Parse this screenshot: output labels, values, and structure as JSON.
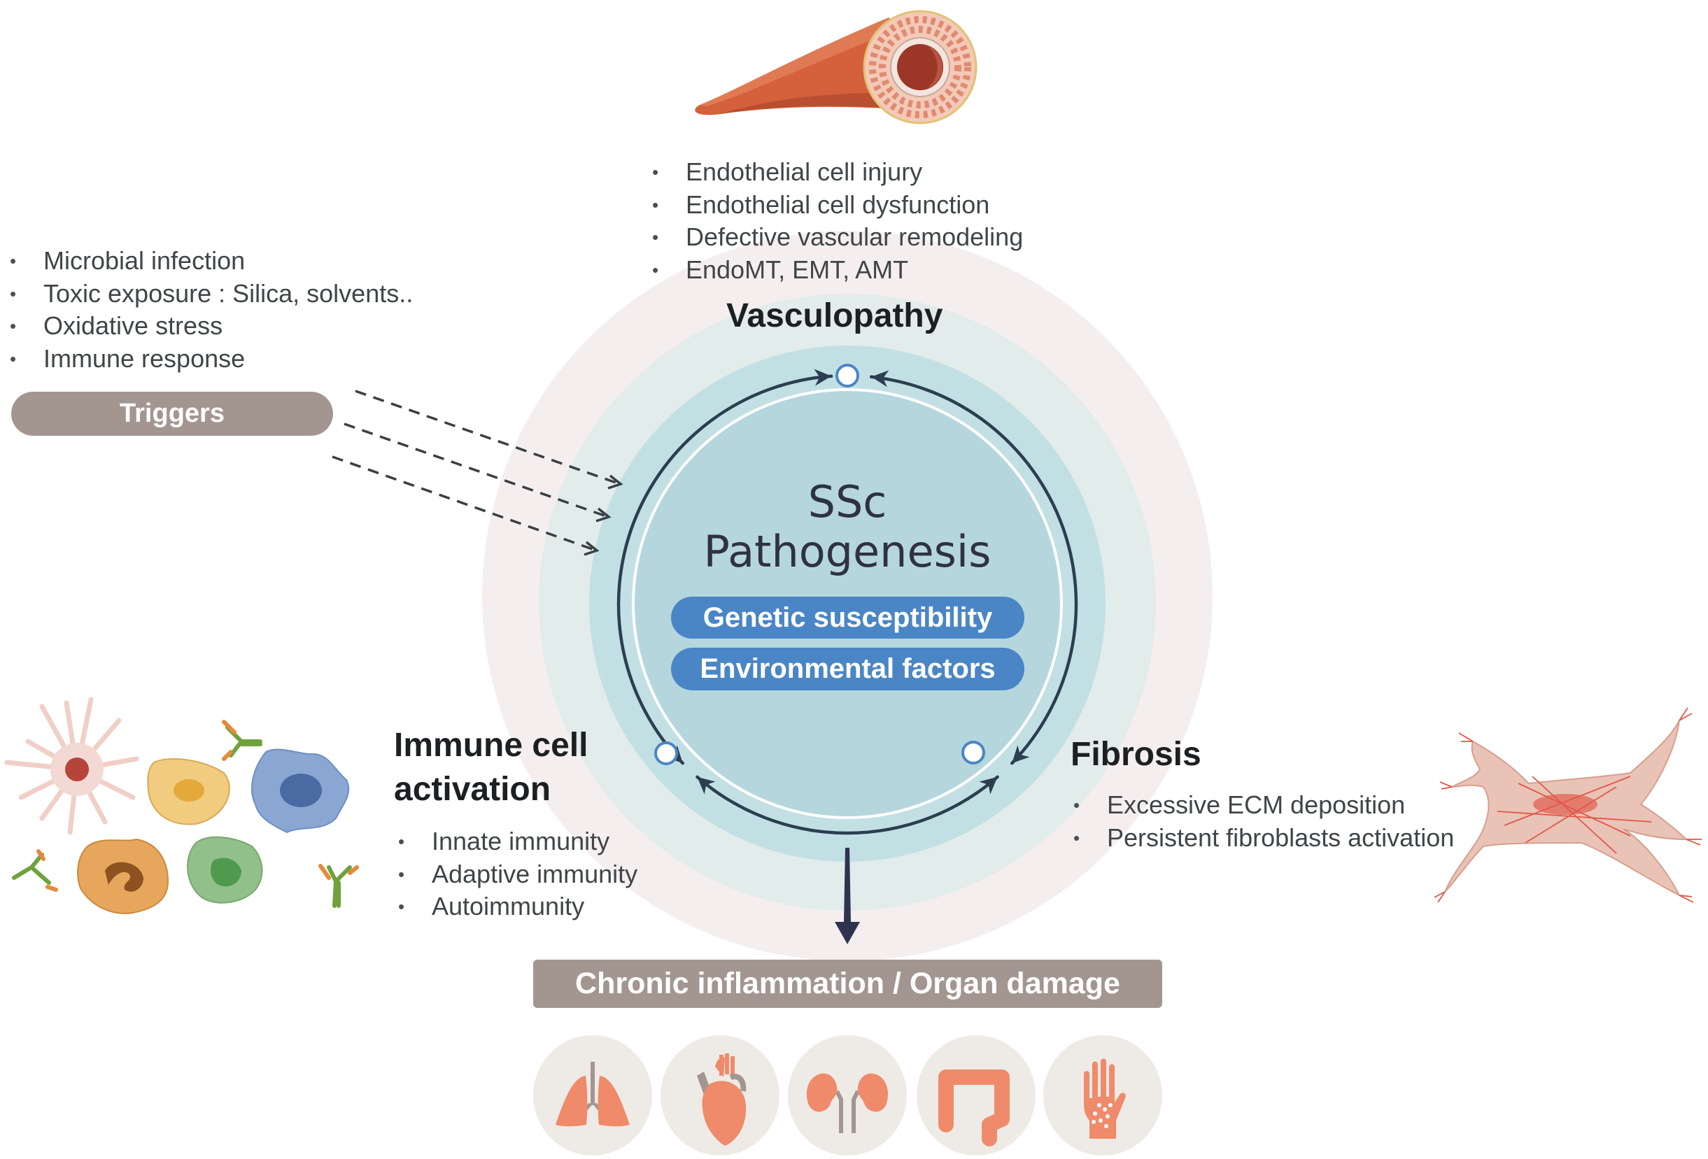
{
  "diagram": {
    "title_line1": "SSc",
    "title_line2": "Pathogenesis",
    "core_factors": [
      "Genetic susceptibility",
      "Environmental factors"
    ],
    "colors": {
      "outer_ring": "#f5eeef",
      "middle_ring": "#e2ecea",
      "inner_ring": "#c2e0e4",
      "core": "#b5d6dd",
      "cycle_arrow": "#2c3e50",
      "node_border": "#4a86c5",
      "pill_blue": "#4a86c5",
      "pill_gray": "#a39690",
      "organ_fill": "#ef8a6a",
      "organ_bg": "#eeebe6"
    }
  },
  "triggers": {
    "label": "Triggers",
    "items": [
      "Microbial infection",
      "Toxic exposure : Silica, solvents..",
      "Oxidative stress",
      "Immune response"
    ]
  },
  "vasculopathy": {
    "heading": "Vasculopathy",
    "items": [
      "Endothelial cell injury",
      "Endothelial cell dysfunction",
      "Defective vascular remodeling",
      "EndoMT, EMT, AMT"
    ],
    "illustration": "blood-vessel-cross-section"
  },
  "immune": {
    "heading_line1": "Immune cell",
    "heading_line2": "activation",
    "items": [
      "Innate immunity",
      "Adaptive immunity",
      "Autoimmunity"
    ],
    "illustration": "immune-cells-and-antibodies"
  },
  "fibrosis": {
    "heading": "Fibrosis",
    "items": [
      "Excessive ECM deposition",
      "Persistent fibroblasts activation"
    ],
    "illustration": "activated-fibroblast"
  },
  "outcome": {
    "label": "Chronic inflammation / Organ damage",
    "organs": [
      "lungs",
      "heart",
      "kidneys",
      "intestine",
      "hand-skin"
    ]
  }
}
